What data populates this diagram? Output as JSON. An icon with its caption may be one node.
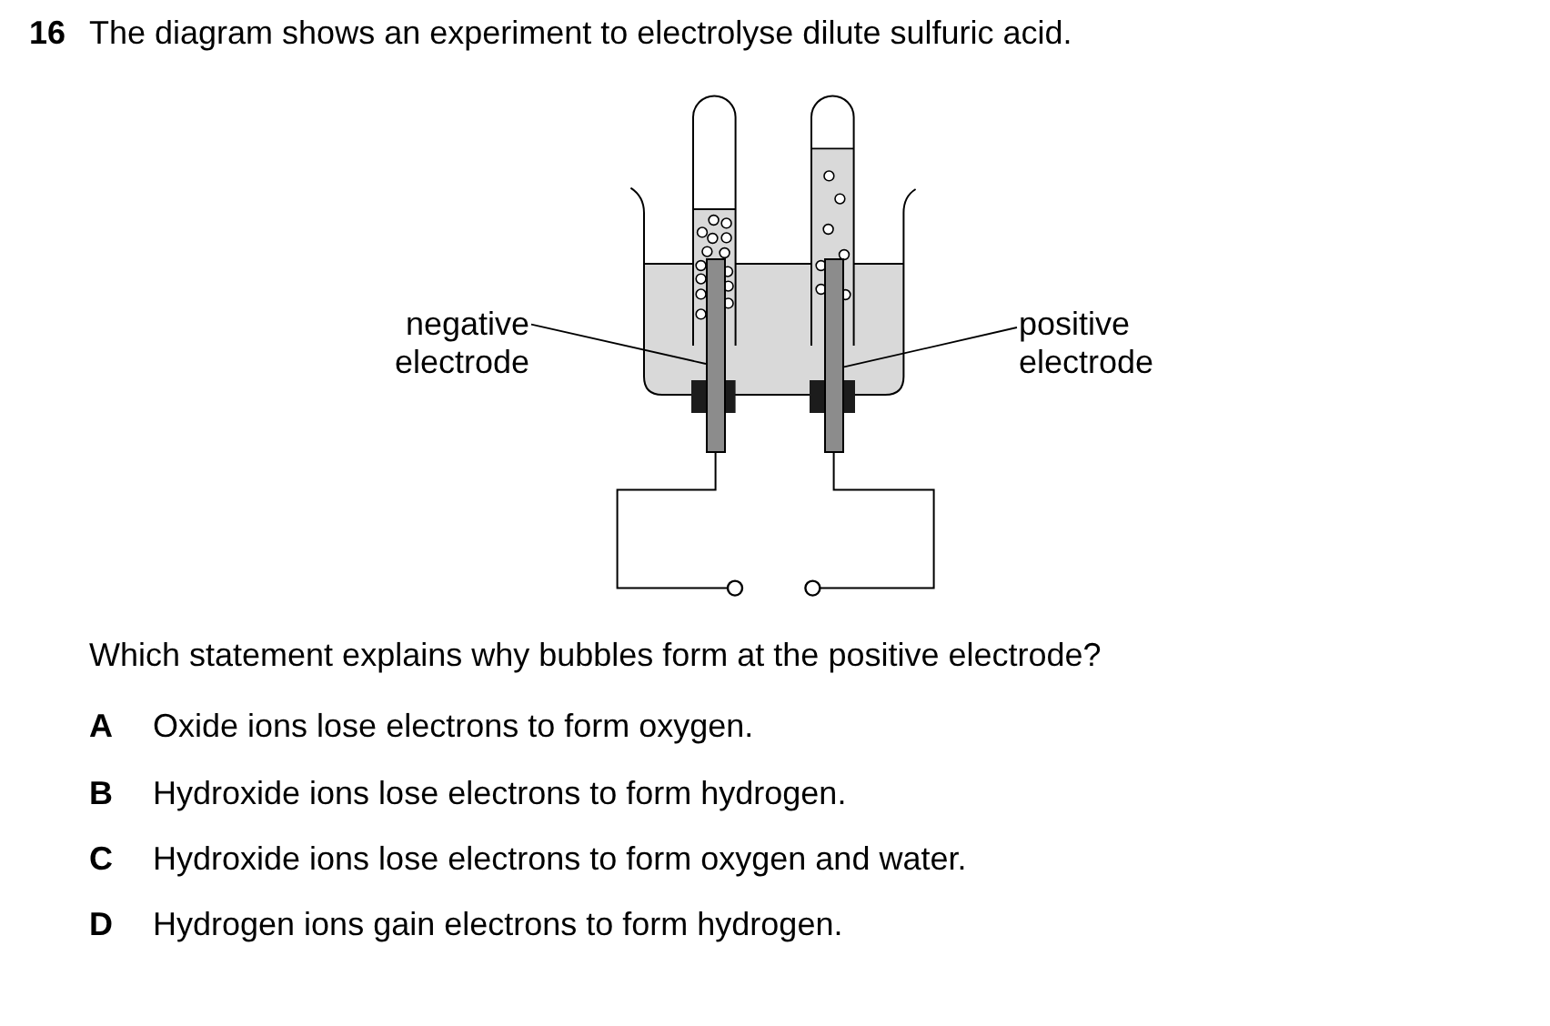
{
  "diagram": {
    "title": "The diagram shows an experiment to electrolyse dilute sulfuric acid.",
    "nodes": [
      {
        "text": [
          "negative electrode"
        ]
      },
      {
        "text": [],
        "shape": "bar"
      },
      {
        "text": [
          "positive electrode"
        ]
      },
      {
        "text": [],
        "shape": "bar"
      }
    ],
    "edges": [
      {
        "from": 0,
        "to": 1,
        "arrow": "none"
      },
      {
        "from": 2,
        "to": 3,
        "arrow": "none"
      }
    ],
    "labels": [
      "16",
      "Which statement explains why bubbles form at the positive electrode?",
      "A",
      "Oxide ions lose electrons to form oxygen.",
      "B",
      "Hydroxide ions lose electrons to form hydrogen.",
      "C",
      "Hydroxide ions lose electrons to form oxygen and water.",
      "D",
      "Hydrogen ions gain electrons to form hydrogen."
    ]
  }
}
